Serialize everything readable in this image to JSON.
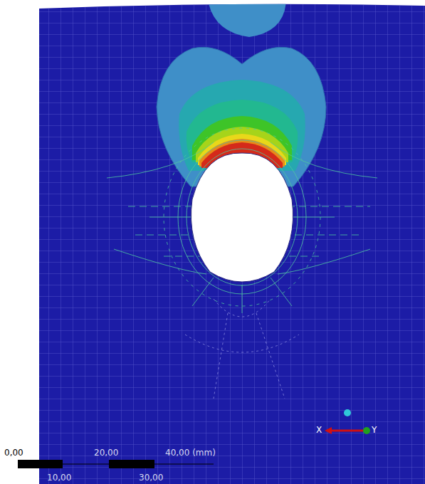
{
  "diagram": {
    "labels": [
      "0,00",
      "20,00",
      "40,00 (mm)",
      "10,00",
      "30,00",
      "X",
      "Y"
    ]
  }
}
